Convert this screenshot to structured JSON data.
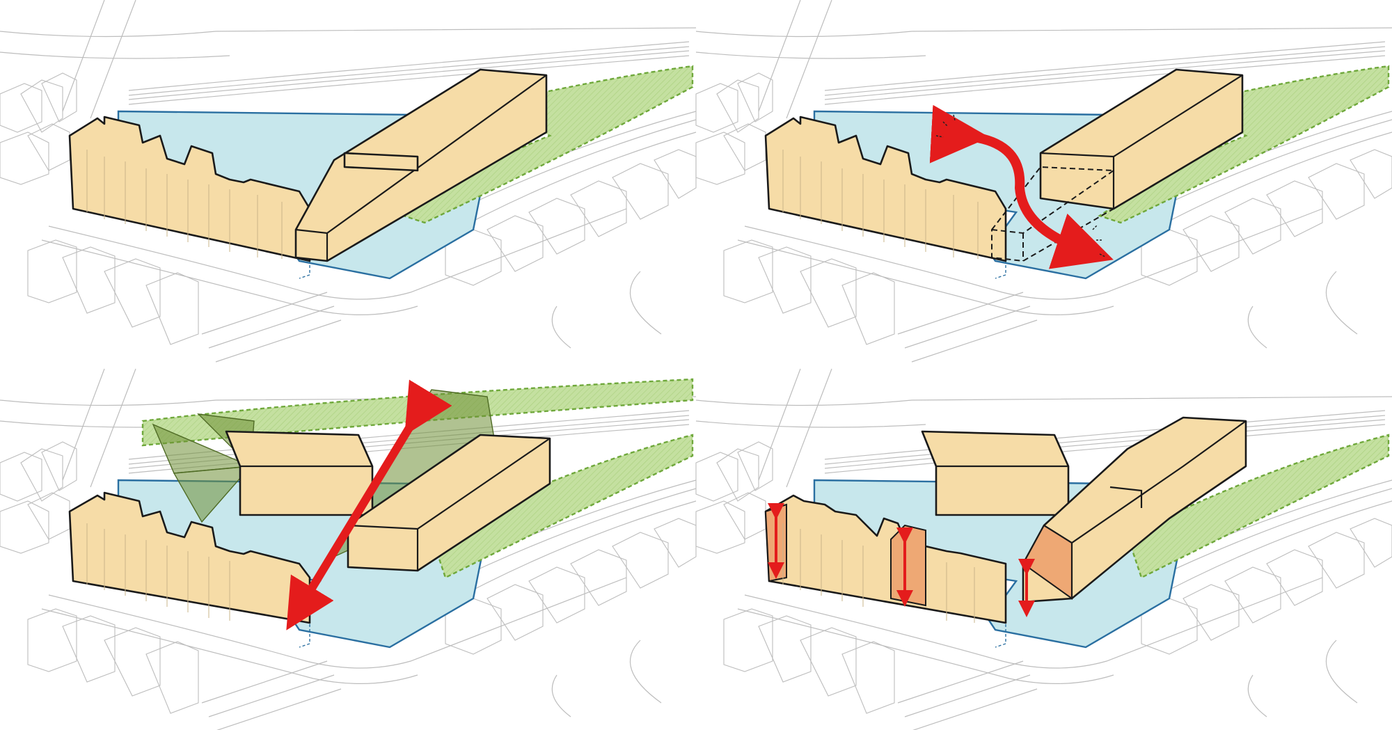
{
  "diagram": {
    "panel_count": 4,
    "panels": [
      {
        "id": "panel-1",
        "position": "top-left",
        "shows": [
          "existing-terrace-block",
          "long-slab-block",
          "courtyard",
          "green-rail-corridor"
        ]
      },
      {
        "id": "panel-2",
        "position": "top-right",
        "shows": [
          "existing-terrace-block",
          "slab-block-cut",
          "dashed-removed-volume",
          "route-curved-arrow"
        ]
      },
      {
        "id": "panel-3",
        "position": "bottom-left",
        "shows": [
          "existing-terrace-block",
          "rear-block",
          "slab-block-rotated",
          "view-cones",
          "diagonal-axis-arrow"
        ]
      },
      {
        "id": "panel-4",
        "position": "bottom-right",
        "shows": [
          "terrace-block-with-stepped-heights",
          "rear-block",
          "gabled-block",
          "height-arrows"
        ]
      }
    ],
    "colors": {
      "building_fill": "#f6dca7",
      "building_stroke": "#1a1a1a",
      "building_side": "#ecca8c",
      "accent_fill": "#eea874",
      "courtyard_fill": "#c7e7ec",
      "courtyard_stroke": "#2a6fa1",
      "green_fill": "#c4e0a0",
      "green_stroke": "#6fa83b",
      "cone_fill": "#6f8f36",
      "arrow_red": "#e41c1c",
      "context_line": "#bdbdbd",
      "background": "#ffffff"
    }
  }
}
